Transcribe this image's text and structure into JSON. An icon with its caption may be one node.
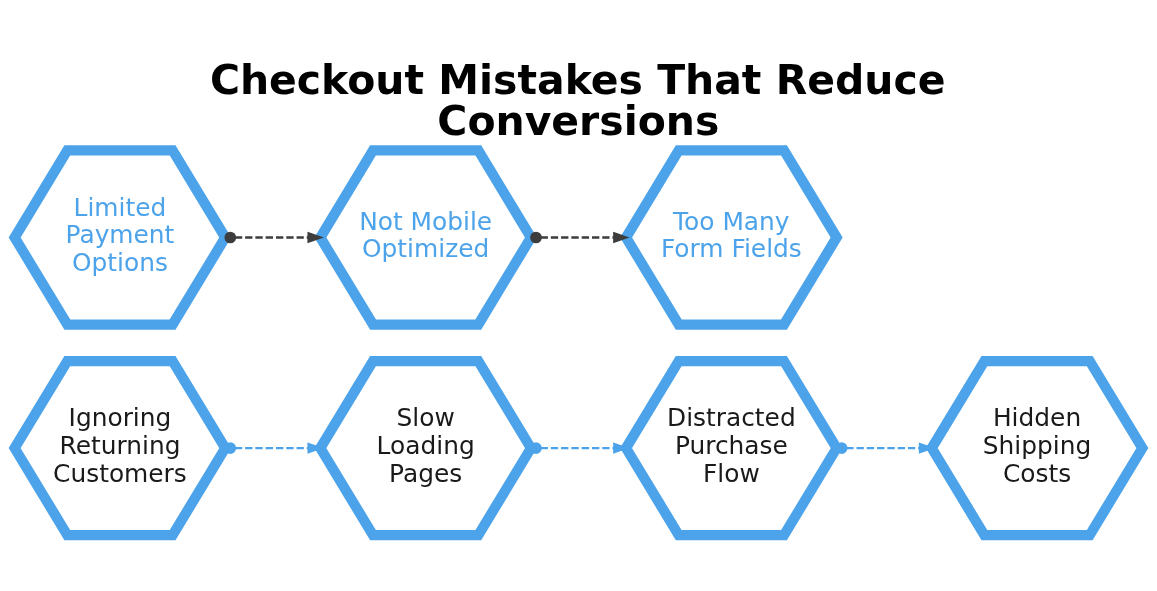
{
  "diagram": {
    "title": "Checkout Mistakes That Reduce Conversions",
    "nodes": [
      {
        "text": [
          "Ignoring Returning Customers"
        ]
      },
      {
        "text": [
          "Limited Payment Options"
        ]
      },
      {
        "text": [
          "Slow Loading Pages"
        ]
      },
      {
        "text": [
          "Not Mobile Optimized"
        ]
      },
      {
        "text": [
          "Distracted Purchase Flow"
        ]
      },
      {
        "text": [
          "Too Many Form Fields"
        ]
      },
      {
        "text": [
          "Hidden Shipping Costs"
        ]
      }
    ],
    "edges": [
      {
        "from": 0,
        "to": 2,
        "arrow": "to",
        "style": "dashed"
      },
      {
        "from": 1,
        "to": 3,
        "arrow": "to",
        "style": "dashed",
        "color": "#3d3d3d"
      },
      {
        "from": 2,
        "to": 4,
        "arrow": "to",
        "style": "dashed"
      },
      {
        "from": 3,
        "to": 5,
        "arrow": "to",
        "style": "dashed",
        "color": "#3d3d3d"
      },
      {
        "from": 4,
        "to": 6,
        "arrow": "to",
        "style": "dashed"
      }
    ]
  }
}
